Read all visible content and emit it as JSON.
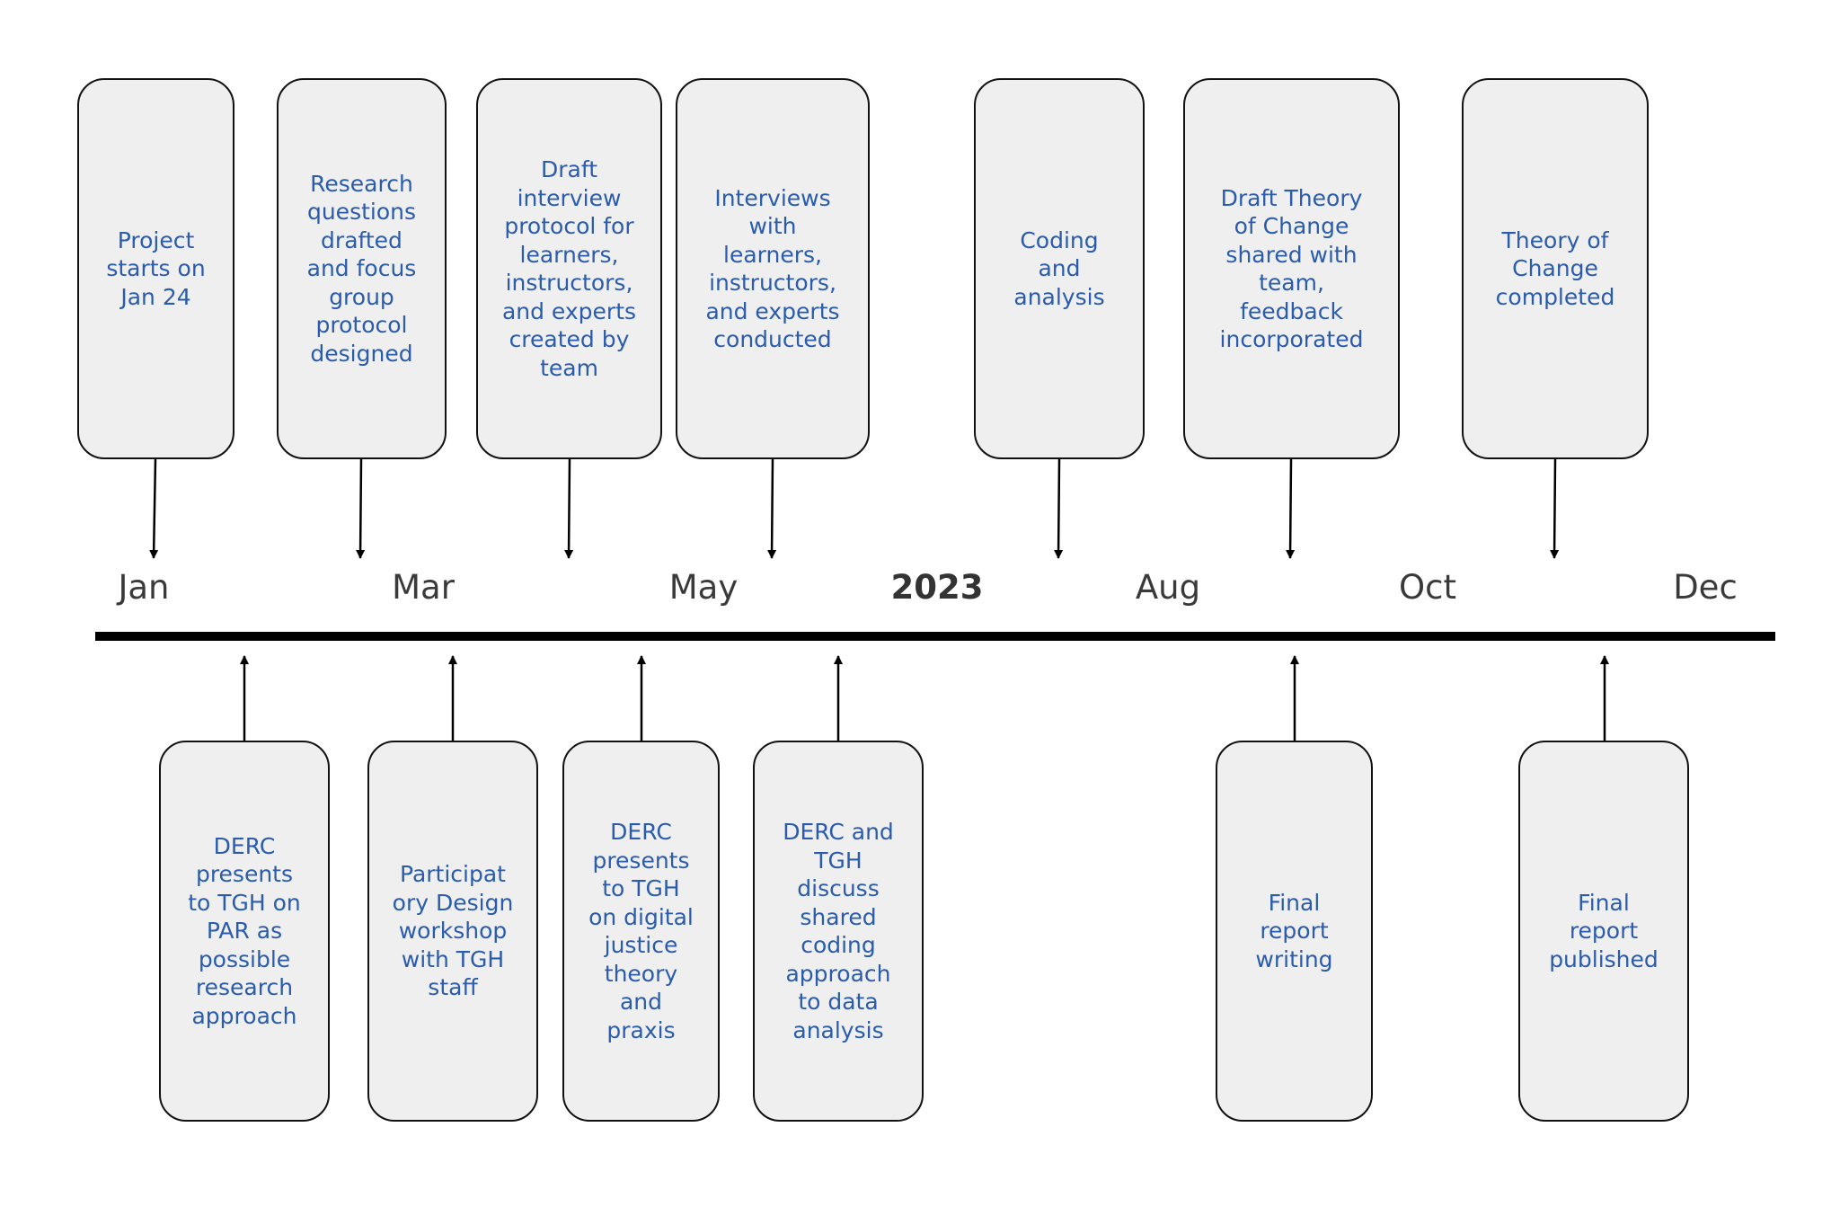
{
  "timeline": {
    "year": "2023",
    "months": [
      "Jan",
      "Mar",
      "May",
      "Aug",
      "Oct",
      "Dec"
    ]
  },
  "top_events": [
    {
      "text": "Project\nstarts on\nJan 24"
    },
    {
      "text": "Research\nquestions\ndrafted\nand focus\ngroup\nprotocol\ndesigned"
    },
    {
      "text": "Draft\ninterview\nprotocol for\nlearners,\ninstructors,\nand experts\ncreated by\nteam"
    },
    {
      "text": "Interviews\nwith\nlearners,\ninstructors,\nand experts\nconducted"
    },
    {
      "text": "Coding\nand\nanalysis"
    },
    {
      "text": "Draft Theory\nof Change\nshared with\nteam,\nfeedback\nincorporated"
    },
    {
      "text": "Theory of\nChange\ncompleted"
    }
  ],
  "bottom_events": [
    {
      "text": "DERC\npresents\nto TGH on\nPAR as\npossible\nresearch\napproach"
    },
    {
      "text": "Participat\nory Design\nworkshop\nwith TGH\nstaff"
    },
    {
      "text": "DERC\npresents\nto TGH\non digital\njustice\ntheory\nand\npraxis"
    },
    {
      "text": "DERC and\nTGH\ndiscuss\nshared\ncoding\napproach\nto data\nanalysis"
    },
    {
      "text": "Final\nreport\nwriting"
    },
    {
      "text": "Final\nreport\npublished"
    }
  ],
  "colors": {
    "card_text": "#2a5cab",
    "card_fill": "#efefef",
    "axis": "#000000"
  }
}
